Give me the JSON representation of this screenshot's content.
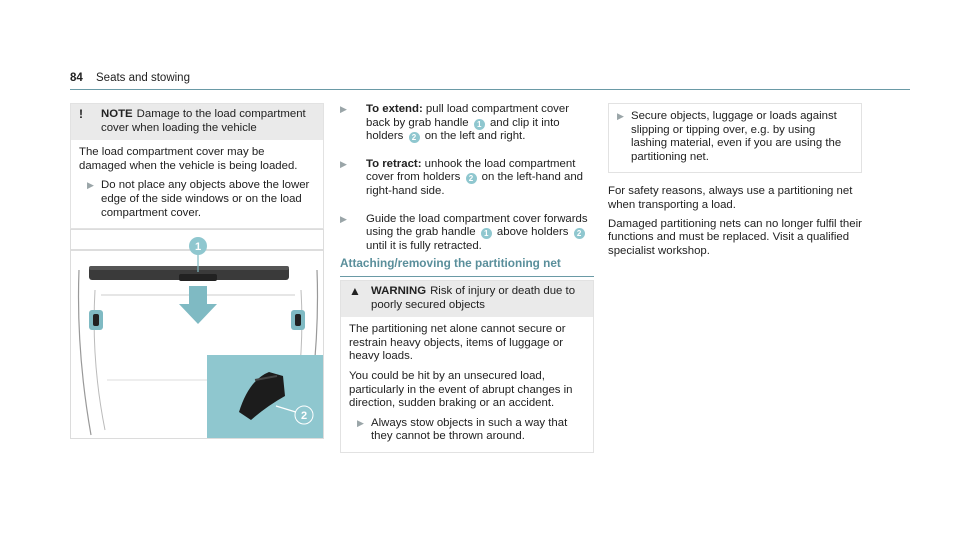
{
  "header": {
    "page_number": "84",
    "section": "Seats and stowing"
  },
  "note": {
    "symbol": "!",
    "label": "NOTE",
    "title": "Damage to the load compartment cover when loading the vehicle",
    "body": "The load compartment cover may be damaged when the vehicle is being loaded.",
    "step": "Do not place any objects above the lower edge of the side windows or on the load compartment cover."
  },
  "figure": {
    "callout_1": "1",
    "callout_2": "2"
  },
  "steps": [
    {
      "label": "To extend:",
      "pre": "pull load compartment cover back by grab handle",
      "badge": "1",
      "post": "and clip it into holders",
      "badge2": "2",
      "post2": "on the left and right."
    },
    {
      "label": "To retract:",
      "pre": "unhook the load compartment cover from holders",
      "badge": "2",
      "post": "on the left-hand and right-hand side."
    },
    {
      "pre": "Guide the load compartment cover forwards using the grab handle",
      "badge": "1",
      "post": "above holders",
      "badge2": "2",
      "post2": "until it is fully retracted."
    }
  ],
  "section_title": "Attaching/removing the partitioning net",
  "warning": {
    "symbol": "▲",
    "label": "WARNING",
    "title": "Risk of injury or death due to poorly secured objects",
    "p1": "The partitioning net alone cannot secure or restrain heavy objects, items of luggage or heavy loads.",
    "p2": "You could be hit by an unsecured load, particularly in the event of abrupt changes in direction, sudden braking or an accident.",
    "step": "Always stow objects in such a way that they cannot be thrown around."
  },
  "col3": {
    "step": "Secure objects, luggage or loads against slipping or tipping over, e.g. by using lashing material, even if you are using the partitioning net.",
    "p1": "For safety reasons, always use a partitioning net when transporting a load.",
    "p2": "Damaged partitioning nets can no longer fulfil their functions and must be replaced. Visit a qualified specialist workshop."
  },
  "colors": {
    "accent": "#6a9aa6",
    "badge": "#8fc7cf",
    "notice_header": "#eaeaea"
  }
}
